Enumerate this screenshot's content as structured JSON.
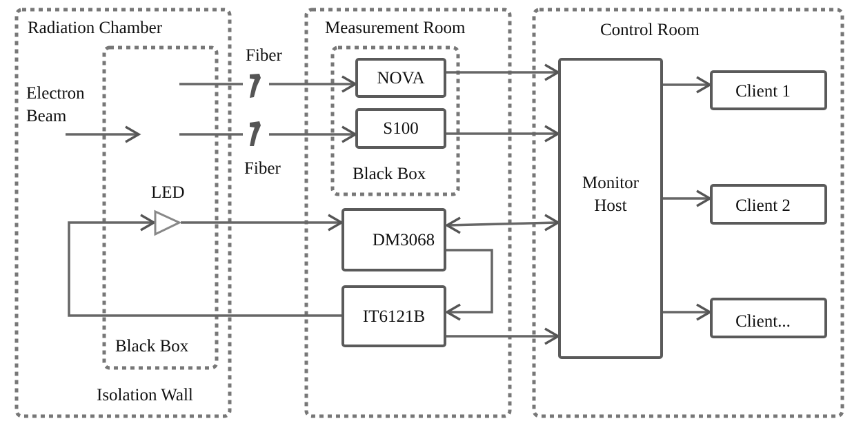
{
  "diagram": {
    "zones": {
      "radiation_chamber": "Radiation Chamber",
      "measurement_room": "Measurement Room",
      "control_room": "Control Room",
      "left_black_box": "Black Box",
      "inner_black_box": "Black Box",
      "isolation_wall": "Isolation Wall"
    },
    "labels": {
      "electron_beam_line1": "Electron",
      "electron_beam_line2": "Beam",
      "fiber_top": "Fiber",
      "fiber_bottom": "Fiber",
      "led": "LED"
    },
    "nodes": {
      "nova": "NOVA",
      "s100": "S100",
      "dm3068": "DM3068",
      "it6121b": "IT6121B",
      "monitor_host_line1": "Monitor",
      "monitor_host_line2": "Host",
      "client1": "Client 1",
      "client2": "Client 2",
      "client_more": "Client..."
    },
    "connections": [
      {
        "from": "Electron Beam",
        "to": "Black Box"
      },
      {
        "from": "Fiber",
        "to": "NOVA"
      },
      {
        "from": "Fiber",
        "to": "S100"
      },
      {
        "from": "NOVA",
        "to": "Monitor Host"
      },
      {
        "from": "S100",
        "to": "Monitor Host"
      },
      {
        "from": "LED",
        "to": "DM3068"
      },
      {
        "from": "DM3068",
        "to": "Monitor Host",
        "bidirectional": true
      },
      {
        "from": "DM3068",
        "to": "IT6121B"
      },
      {
        "from": "IT6121B",
        "to": "LED"
      },
      {
        "from": "IT6121B",
        "to": "Monitor Host"
      },
      {
        "from": "Monitor Host",
        "to": "Client 1"
      },
      {
        "from": "Monitor Host",
        "to": "Client 2"
      },
      {
        "from": "Monitor Host",
        "to": "Client..."
      }
    ]
  }
}
